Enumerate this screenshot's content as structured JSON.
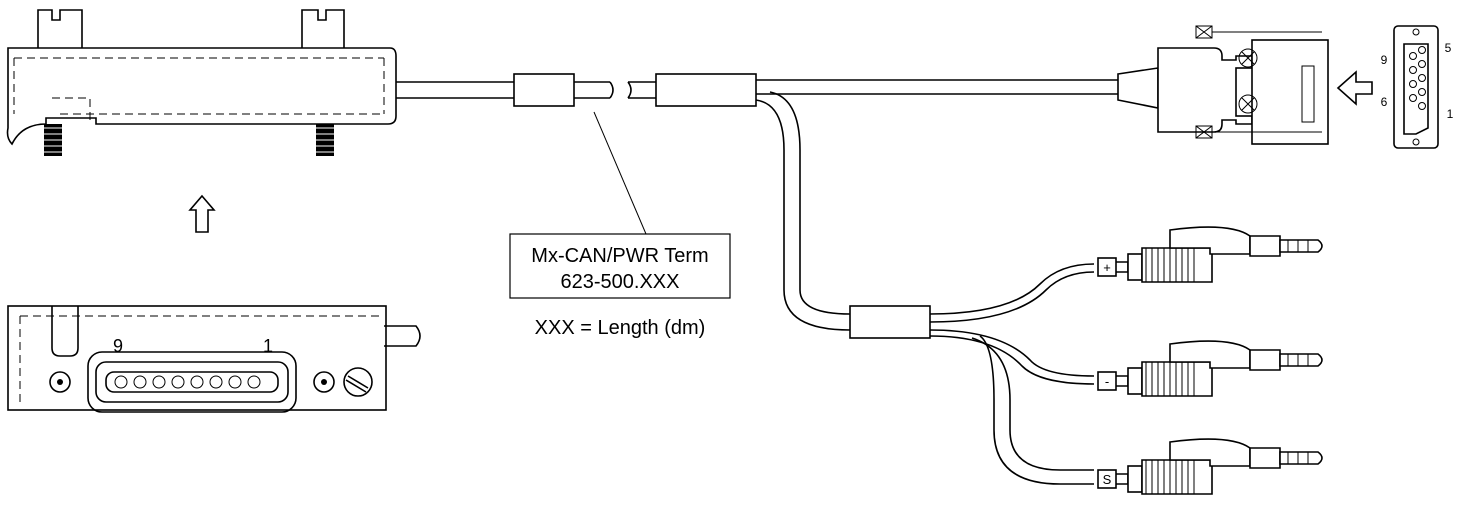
{
  "label_box": {
    "line1": "Mx-CAN/PWR Term",
    "line2": "623-500.XXX"
  },
  "length_note": "XXX = Length (dm)",
  "rail_connector_pins": {
    "left": "9",
    "right": "1"
  },
  "dsub_pins": {
    "top_left": "9",
    "top_right": "5",
    "bottom_left": "6",
    "bottom_right": "1"
  },
  "plug_labels": {
    "plus": "+",
    "minus": "-",
    "shield": "S"
  },
  "icons": [
    "up-arrow-icon",
    "left-arrow-icon"
  ]
}
